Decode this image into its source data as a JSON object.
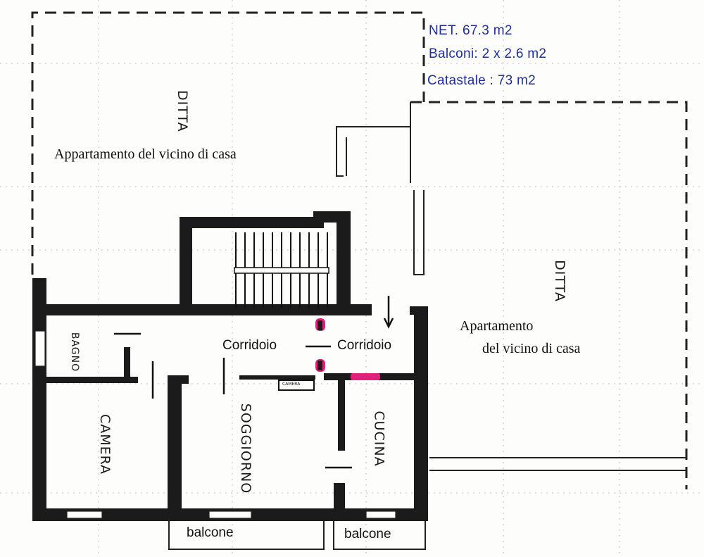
{
  "areas": {
    "net": "NET.    67.3   m2",
    "balconies": "Balconi: 2  x  2.6   m2",
    "cadastral": "Catastale :   73   m2"
  },
  "neighbors": {
    "upper_tag": "DITTA",
    "upper_label": "Appartamento del vicino di casa",
    "right_tag": "DITTA",
    "right_label_line1": "Apartamento",
    "right_label_line2": "del vicino di casa"
  },
  "rooms": {
    "bath": "BAGNO",
    "bedroom": "CAMERA",
    "living": "SOGGIORNO",
    "kitchen": "CUCINA",
    "corridor_left": "Corridoio",
    "corridor_right": "Corridoio",
    "cabinet": "CAMERA",
    "balcony_left": "balcone",
    "balcony_right": "balcone"
  },
  "colors": {
    "wall": "#1b1b1b",
    "marker": "#e0207a",
    "info_text": "#1f2f9a"
  }
}
